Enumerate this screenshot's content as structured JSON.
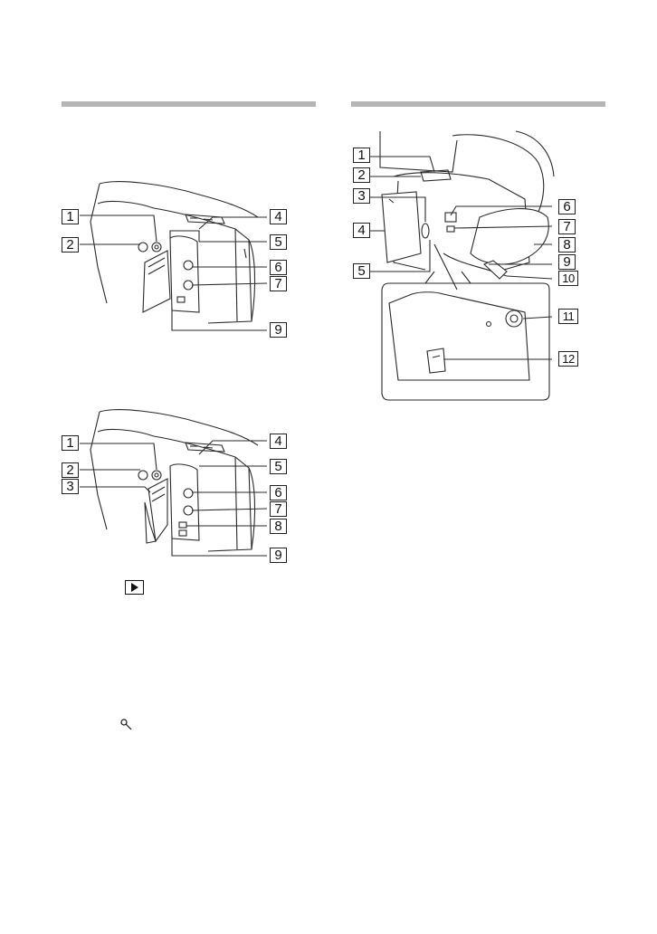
{
  "figures": {
    "left_top": {
      "callouts": [
        "1",
        "2",
        "4",
        "5",
        "6",
        "7",
        "9"
      ]
    },
    "left_bottom": {
      "callouts": [
        "1",
        "2",
        "3",
        "4",
        "5",
        "6",
        "7",
        "8",
        "9"
      ]
    },
    "right": {
      "callouts": [
        "1",
        "2",
        "3",
        "4",
        "5",
        "6",
        "7",
        "8",
        "9",
        "10",
        "11",
        "12"
      ]
    }
  },
  "icons": [
    "play-icon",
    "note-icon"
  ],
  "colors": {
    "section_rule": "#b5b5b5",
    "line_art": "#2a2a2a"
  }
}
